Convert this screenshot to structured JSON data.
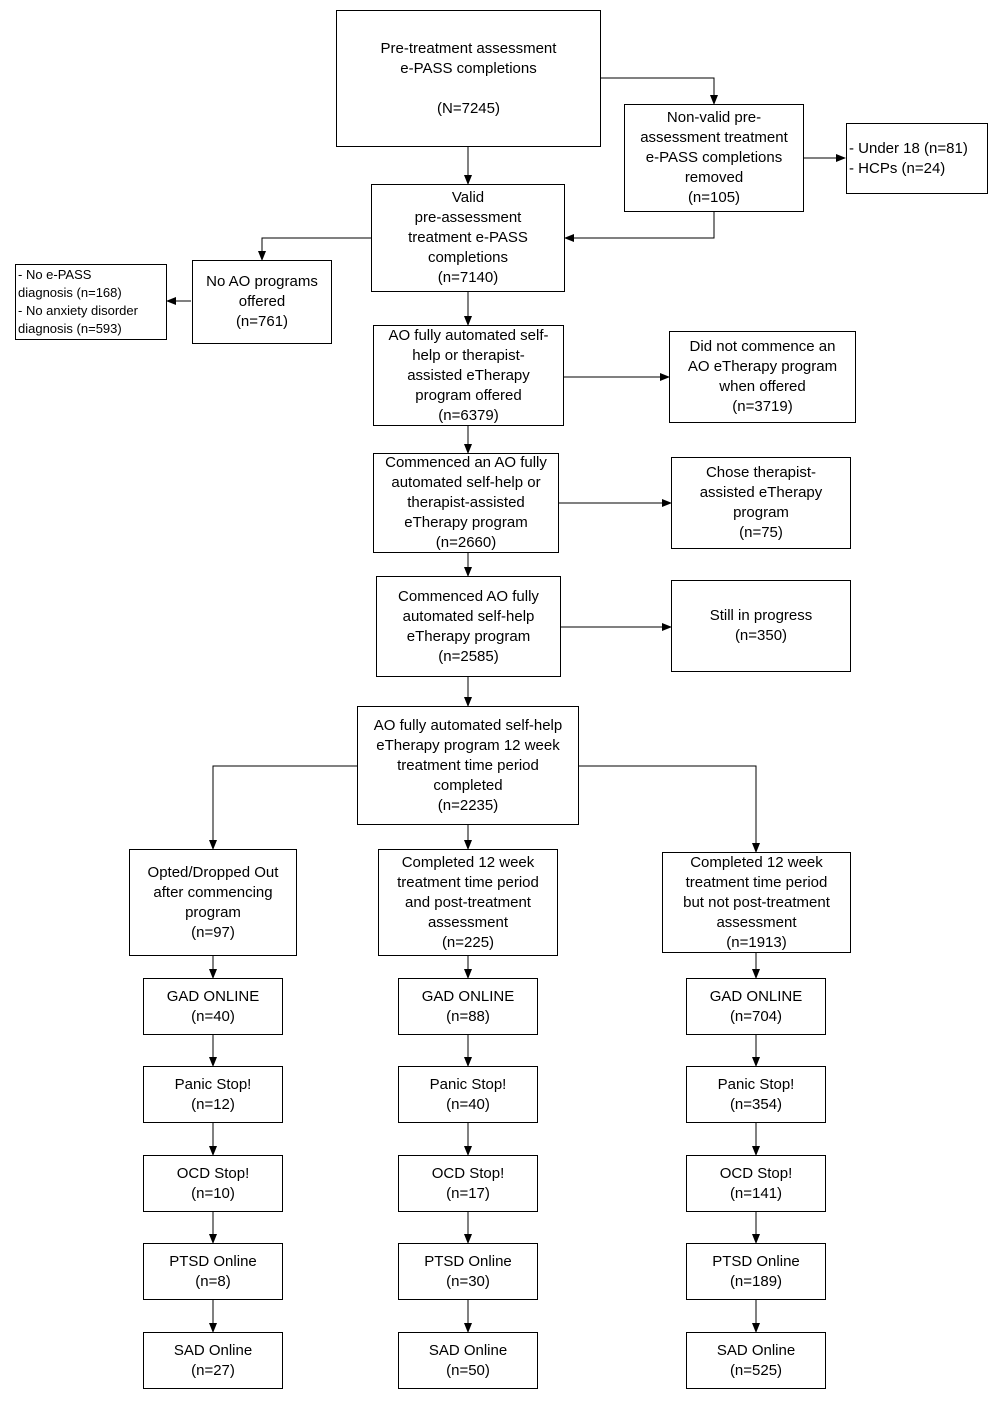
{
  "boxes": {
    "pre_treatment": [
      "Pre-treatment assessment",
      "e-PASS completions",
      "",
      "(N=7245)"
    ],
    "non_valid": [
      "Non-valid pre-",
      "assessment treatment",
      "e-PASS completions",
      "removed",
      "(n=105)"
    ],
    "under18_hcps": [
      "- Under 18 (n=81)",
      "- HCPs (n=24)"
    ],
    "valid": [
      "Valid",
      "pre-assessment",
      "treatment e-PASS",
      "completions",
      "(n=7140)"
    ],
    "no_ao": [
      "No AO programs",
      "offered",
      "(n=761)"
    ],
    "no_diagnosis": [
      "- No e-PASS",
      "diagnosis (n=168)",
      "- No anxiety disorder",
      "diagnosis (n=593)"
    ],
    "offered": [
      "AO fully automated self-",
      "help or therapist-",
      "assisted eTherapy",
      "program offered",
      "(n=6379)"
    ],
    "did_not_commence": [
      "Did not commence an",
      "AO eTherapy program",
      "when offered",
      "(n=3719)"
    ],
    "commenced_any": [
      "Commenced an AO fully",
      "automated self-help or",
      "therapist-assisted",
      "eTherapy program",
      "(n=2660)"
    ],
    "chose_therapist": [
      "Chose therapist-",
      "assisted eTherapy",
      "program",
      "(n=75)"
    ],
    "commenced_self": [
      "Commenced AO fully",
      "automated self-help",
      "eTherapy program",
      "(n=2585)"
    ],
    "in_progress": [
      "Still in progress",
      "(n=350)"
    ],
    "completed_period": [
      "AO fully automated self-help",
      "eTherapy program 12 week",
      "treatment time period",
      "completed",
      "(n=2235)"
    ],
    "col1_head": [
      "Opted/Dropped Out",
      "after commencing",
      "program",
      "(n=97)"
    ],
    "col2_head": [
      "Completed 12 week",
      "treatment time period",
      "and post-treatment",
      "assessment",
      "(n=225)"
    ],
    "col3_head": [
      "Completed 12 week",
      "treatment time period",
      "but not post-treatment",
      "assessment",
      "(n=1913)"
    ],
    "col1_gad": [
      "GAD ONLINE",
      "(n=40)"
    ],
    "col1_panic": [
      "Panic Stop!",
      "(n=12)"
    ],
    "col1_ocd": [
      "OCD Stop!",
      "(n=10)"
    ],
    "col1_ptsd": [
      "PTSD Online",
      "(n=8)"
    ],
    "col1_sad": [
      "SAD Online",
      "(n=27)"
    ],
    "col2_gad": [
      "GAD ONLINE",
      "(n=88)"
    ],
    "col2_panic": [
      "Panic Stop!",
      "(n=40)"
    ],
    "col2_ocd": [
      "OCD Stop!",
      "(n=17)"
    ],
    "col2_ptsd": [
      "PTSD Online",
      "(n=30)"
    ],
    "col2_sad": [
      "SAD Online",
      "(n=50)"
    ],
    "col3_gad": [
      "GAD ONLINE",
      "(n=704)"
    ],
    "col3_panic": [
      "Panic Stop!",
      "(n=354)"
    ],
    "col3_ocd": [
      "OCD Stop!",
      "(n=141)"
    ],
    "col3_ptsd": [
      "PTSD Online",
      "(n=189)"
    ],
    "col3_sad": [
      "SAD Online",
      "(n=525)"
    ]
  }
}
